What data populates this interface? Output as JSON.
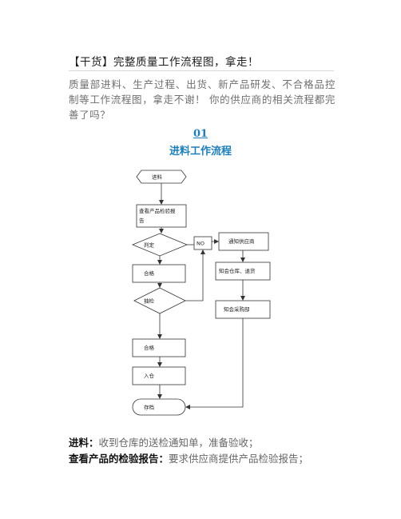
{
  "article": {
    "title": "【干货】完整质量工作流程图，拿走！",
    "intro": "质量部进料、生产过程、出货、新产品研发、不合格品控制等工作流程图，拿走不谢！   你的供应商的相关流程都完善了吗？"
  },
  "section": {
    "number": "01",
    "title": "进料工作流程"
  },
  "flowchart": {
    "start": "进料",
    "view_report": "查看产品检验报告",
    "decision_judge": "判定",
    "no_label": "NO",
    "notify_supplier": "通知供应商",
    "qualified_1": "合格",
    "decision_sample": "抽检",
    "notify_warehouse": "知会仓库、退货",
    "notify_purchase": "知会采购部",
    "qualified_2": "合格",
    "warehousing": "入仓",
    "end": "存档"
  },
  "descriptions": [
    {
      "term": "进料：",
      "text": "收到仓库的送检通知单，准备验收；"
    },
    {
      "term": "查看产品的检验报告：",
      "text": "要求供应商提供产品检验报告；"
    }
  ]
}
